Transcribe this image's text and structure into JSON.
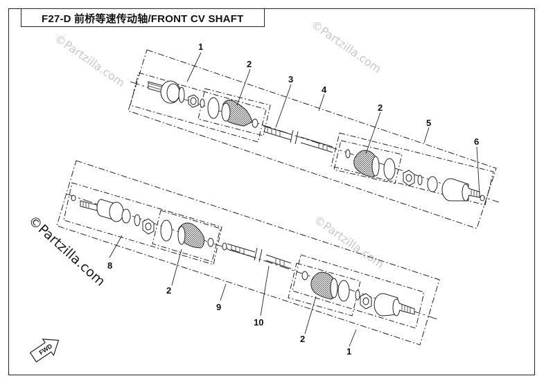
{
  "header": {
    "title": "F27-D  前桥等速传动轴/FRONT CV SHAFT"
  },
  "watermarks": {
    "brand": "©Partzilla.com"
  },
  "direction_arrow": {
    "label": "FWD"
  },
  "callouts": {
    "c1_top": "1",
    "c2_top_left": "2",
    "c3": "3",
    "c4": "4",
    "c2_top_right": "2",
    "c5": "5",
    "c6": "6",
    "c8": "8",
    "c2_bottom_left": "2",
    "c9": "9",
    "c10": "10",
    "c2_bottom_right": "2",
    "c1_bottom": "1"
  },
  "colors": {
    "line": "#222222",
    "dashed": "#333333",
    "part_shade": "#555555",
    "watermark": "#c8c8c8"
  }
}
